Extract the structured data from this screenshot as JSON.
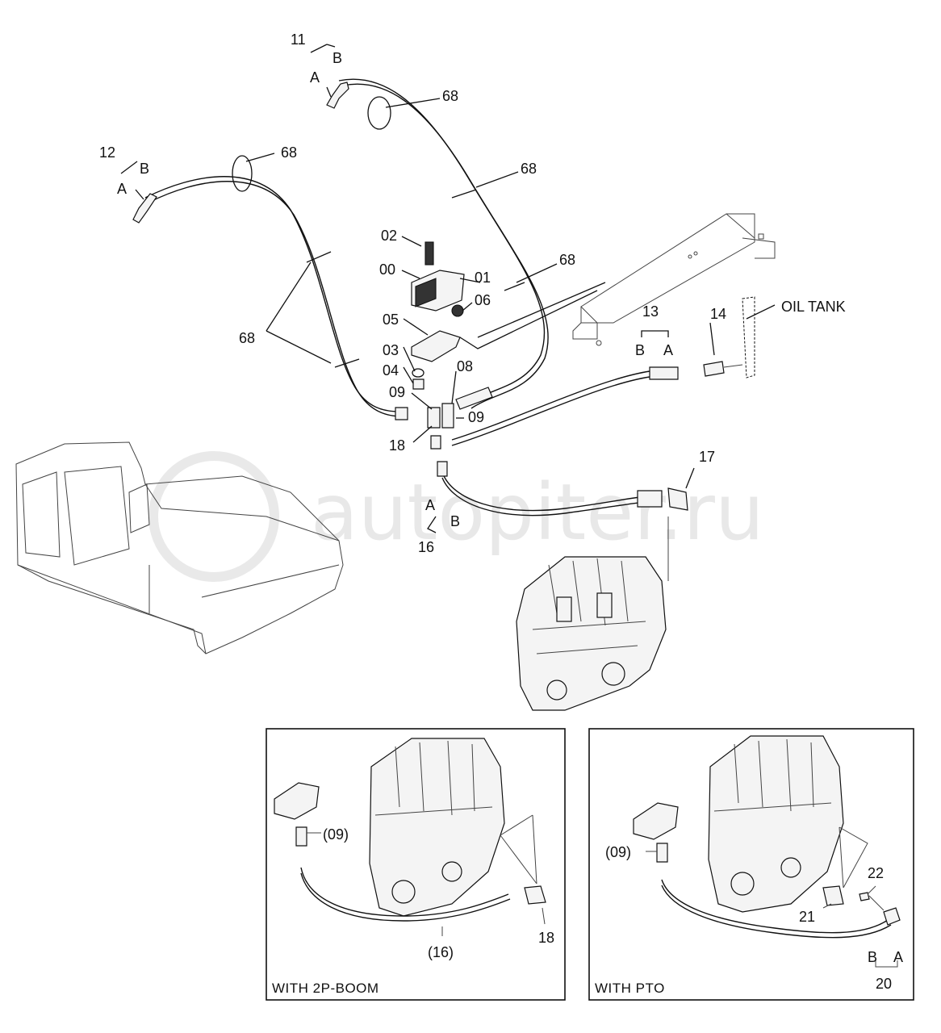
{
  "watermark": "autopiter.ru",
  "labels": {
    "p11": "11",
    "p12": "12",
    "p68a": "68",
    "p68b": "68",
    "p68c": "68",
    "p68d": "68",
    "p68e": "68",
    "p02": "02",
    "p00": "00",
    "p01": "01",
    "p06": "06",
    "p05": "05",
    "p03": "03",
    "p04": "04",
    "p08": "08",
    "p09a": "09",
    "p09b": "09",
    "p18": "18",
    "p13": "13",
    "p14": "14",
    "p17": "17",
    "p16": "16",
    "A11": "A",
    "B11": "B",
    "A12": "A",
    "B12": "B",
    "A13": "A",
    "B13": "B",
    "A16": "A",
    "B16": "B",
    "oil_tank": "OIL TANK"
  },
  "inset_left": {
    "caption": "WITH 2P-BOOM",
    "p09": "(09)",
    "p16": "(16)",
    "p18": "18"
  },
  "inset_right": {
    "caption": "WITH PTO",
    "p09": "(09)",
    "p22": "22",
    "p21": "21",
    "p20": "20",
    "A": "A",
    "B": "B"
  }
}
